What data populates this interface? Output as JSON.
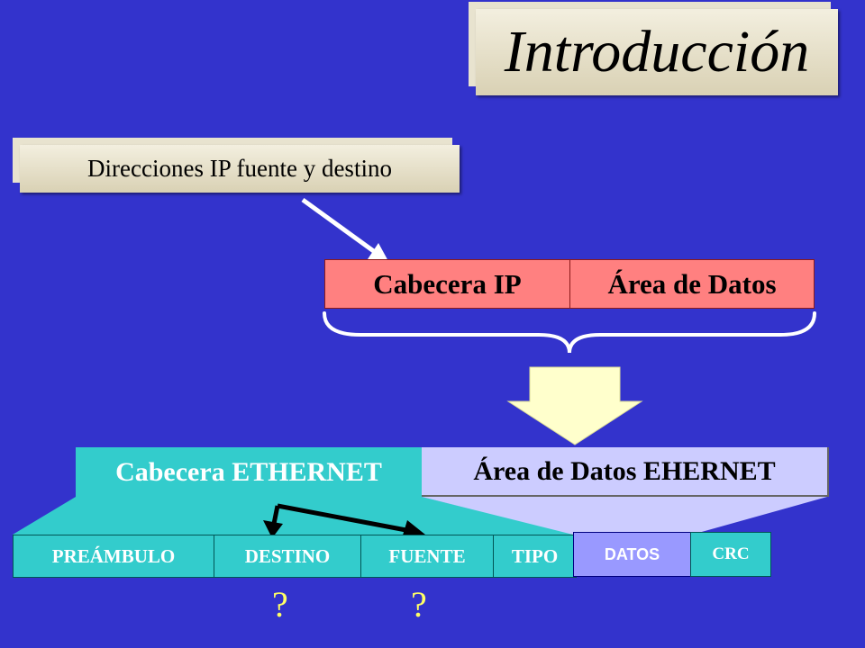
{
  "title": "Introducción",
  "ip_label": "Direcciones IP fuente y destino",
  "ip_packet": {
    "header": "Cabecera IP",
    "data": "Área de Datos"
  },
  "ethernet": {
    "header": "Cabecera ETHERNET",
    "data": "Área de Datos EHERNET"
  },
  "frame_fields": [
    "PREÁMBULO",
    "DESTINO",
    "FUENTE",
    "TIPO",
    "DATOS",
    "CRC"
  ],
  "question_marks": [
    "?",
    "?"
  ],
  "colors": {
    "background": "#3333cc",
    "ip_header": "#ff8080",
    "ethernet_header": "#33cccc",
    "ethernet_data": "#ccccff",
    "datos_field": "#9999ff",
    "arrow_fill": "#ffffcc",
    "question_mark": "#ffff66",
    "plaque": "#e8e3cf"
  }
}
